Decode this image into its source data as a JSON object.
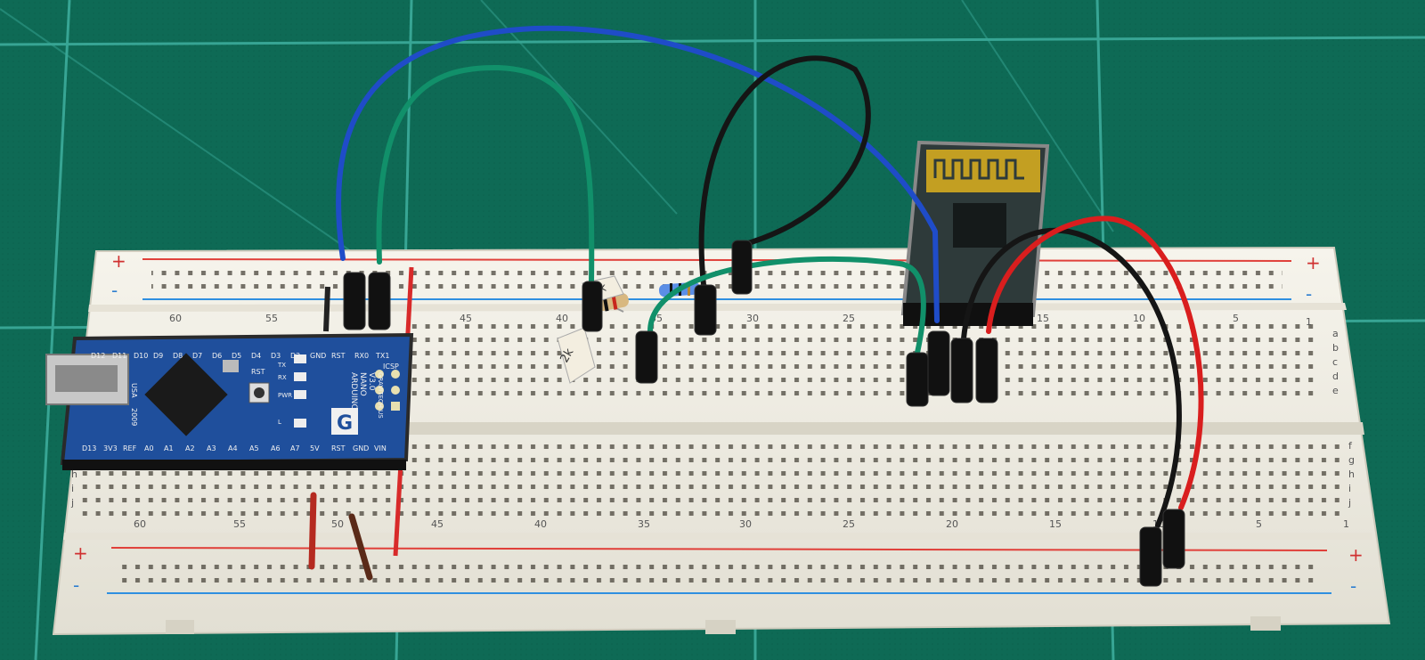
{
  "breadboard": {
    "top_numbers": [
      "60",
      "55",
      "45",
      "40",
      "35",
      "30",
      "25",
      "15",
      "10",
      "5",
      "1"
    ],
    "bottom_numbers": [
      "60",
      "55",
      "50",
      "45",
      "40",
      "35",
      "30",
      "25",
      "20",
      "15",
      "10",
      "5",
      "1"
    ],
    "rail_plus": "+",
    "rail_minus": "-",
    "row_letters_top": [
      "a",
      "b",
      "c",
      "d",
      "e"
    ],
    "row_letters_bottom": [
      "f",
      "g",
      "h",
      "i",
      "j"
    ]
  },
  "arduino": {
    "title_lines": [
      "ARDUINO",
      "NANO",
      "V3.0"
    ],
    "maker": "GRAVITECH.US",
    "icsp": "ICSP",
    "pins_top": [
      "D12",
      "D11",
      "D10",
      "D9",
      "D8",
      "D7",
      "D6",
      "D5",
      "D4",
      "D3",
      "D2",
      "GND",
      "RST",
      "RX0",
      "TX1"
    ],
    "pins_bottom": [
      "D13",
      "3V3",
      "REF",
      "A0",
      "A1",
      "A2",
      "A3",
      "A4",
      "A5",
      "A6",
      "A7",
      "5V",
      "RST",
      "GND",
      "VIN"
    ],
    "leds": [
      "TX",
      "RX",
      "PWR",
      "L"
    ],
    "rst_label": "RST",
    "usa": "USA",
    "year": "2009"
  },
  "resistor_tag": "1k",
  "resistor_tag2": "2k",
  "colors": {
    "mat": "#0e6a55",
    "breadboard": "#f1efe6",
    "rail_red": "#e0403a",
    "rail_blue": "#2f8fe0",
    "wire_blue": "#1f4cc8",
    "wire_green": "#11906a",
    "wire_black": "#151515",
    "wire_red": "#d91e1e",
    "arduino_pcb": "#1f4f9c"
  }
}
